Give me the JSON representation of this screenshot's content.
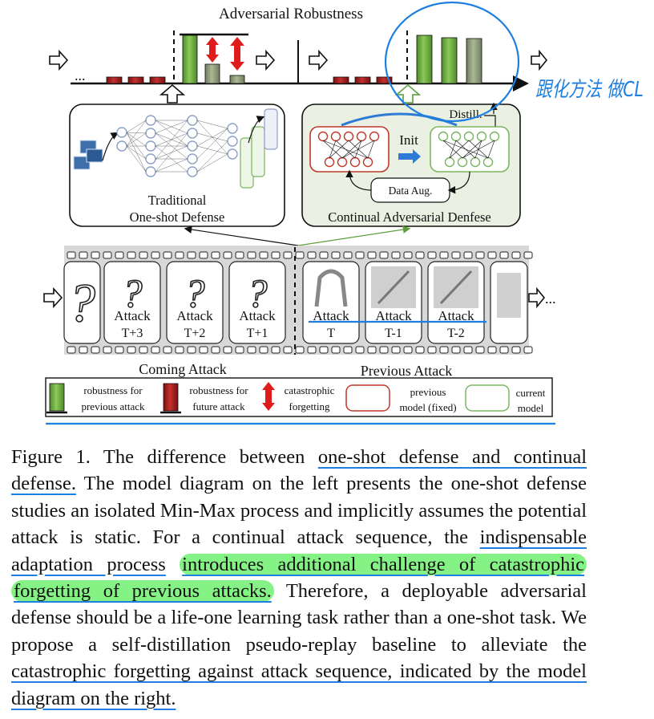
{
  "figure": {
    "top_title": "Adversarial Robustness",
    "ellipsis": "...",
    "traditional_label_line1": "Traditional",
    "traditional_label_line2": "One-shot Defense",
    "continual_label": "Continual Adversarial Denfese",
    "distill_label": "Distill.",
    "init_label": "Init",
    "data_aug_label": "Data Aug.",
    "attack_word": "Attack",
    "frames": [
      {
        "line1": "",
        "line2": "",
        "icon": "question-mark-icon"
      },
      {
        "line1": "Attack",
        "line2": "T+3",
        "icon": "question-mark-icon"
      },
      {
        "line1": "Attack",
        "line2": "T+2",
        "icon": "question-mark-icon"
      },
      {
        "line1": "Attack",
        "line2": "T+1",
        "icon": "question-mark-icon"
      },
      {
        "line1": "Attack",
        "line2": "T",
        "icon": "nunchaku-icon"
      },
      {
        "line1": "Attack",
        "line2": "T-1",
        "icon": "spear-icon"
      },
      {
        "line1": "Attack",
        "line2": "T-2",
        "icon": "sword-icon"
      },
      {
        "line1": "",
        "line2": "",
        "icon": "blank-frame"
      }
    ],
    "coming_attack_label": "Coming Attack",
    "previous_attack_label": "Previous Attack",
    "legend": {
      "green_line1": "robustness for",
      "green_line2": "previous attack",
      "red_line1": "robustness for",
      "red_line2": "future attack",
      "arrow_line1": "catastrophic",
      "arrow_line2": "forgetting",
      "prev_model_line1": "previous",
      "prev_model_line2": "model (fixed)",
      "curr_model_line1": "current",
      "curr_model_line2": "model"
    },
    "handwritten_note": "跟化方法 做CL",
    "colors": {
      "green_bar": "#6fae3c",
      "red_bar": "#a31a1a",
      "catastrophic_arrow": "#e01b1b",
      "gray_bar": "#8b9a78",
      "annotation_blue": "#1e7fe0",
      "highlight_green": "#6ef06e",
      "prev_model_border": "#c0392b",
      "curr_model_border": "#7cb564"
    }
  },
  "caption": {
    "figure_label": "Figure 1.",
    "part1": "The difference between",
    "part2_underlined": "one-shot defense and continual defense.",
    "part3": "The model diagram on the left presents the one-shot defense studies an isolated Min-Max process and implicitly assumes the potential attack is static. For a continual attack sequence, the",
    "part4_underlined": "indispensable adaptation process",
    "part5_highlighted": "introduces additional challenge of catastrophic forgetting of previous attacks.",
    "part6": "Therefore, a deployable adversarial defense should be a life-one learning task rather than a one-shot task. We propose a self-distillation pseudo-replay baseline to alleviate the",
    "part7_underlined": "catastrophic forgetting against attack sequence, indicated by the model diagram on the right."
  }
}
